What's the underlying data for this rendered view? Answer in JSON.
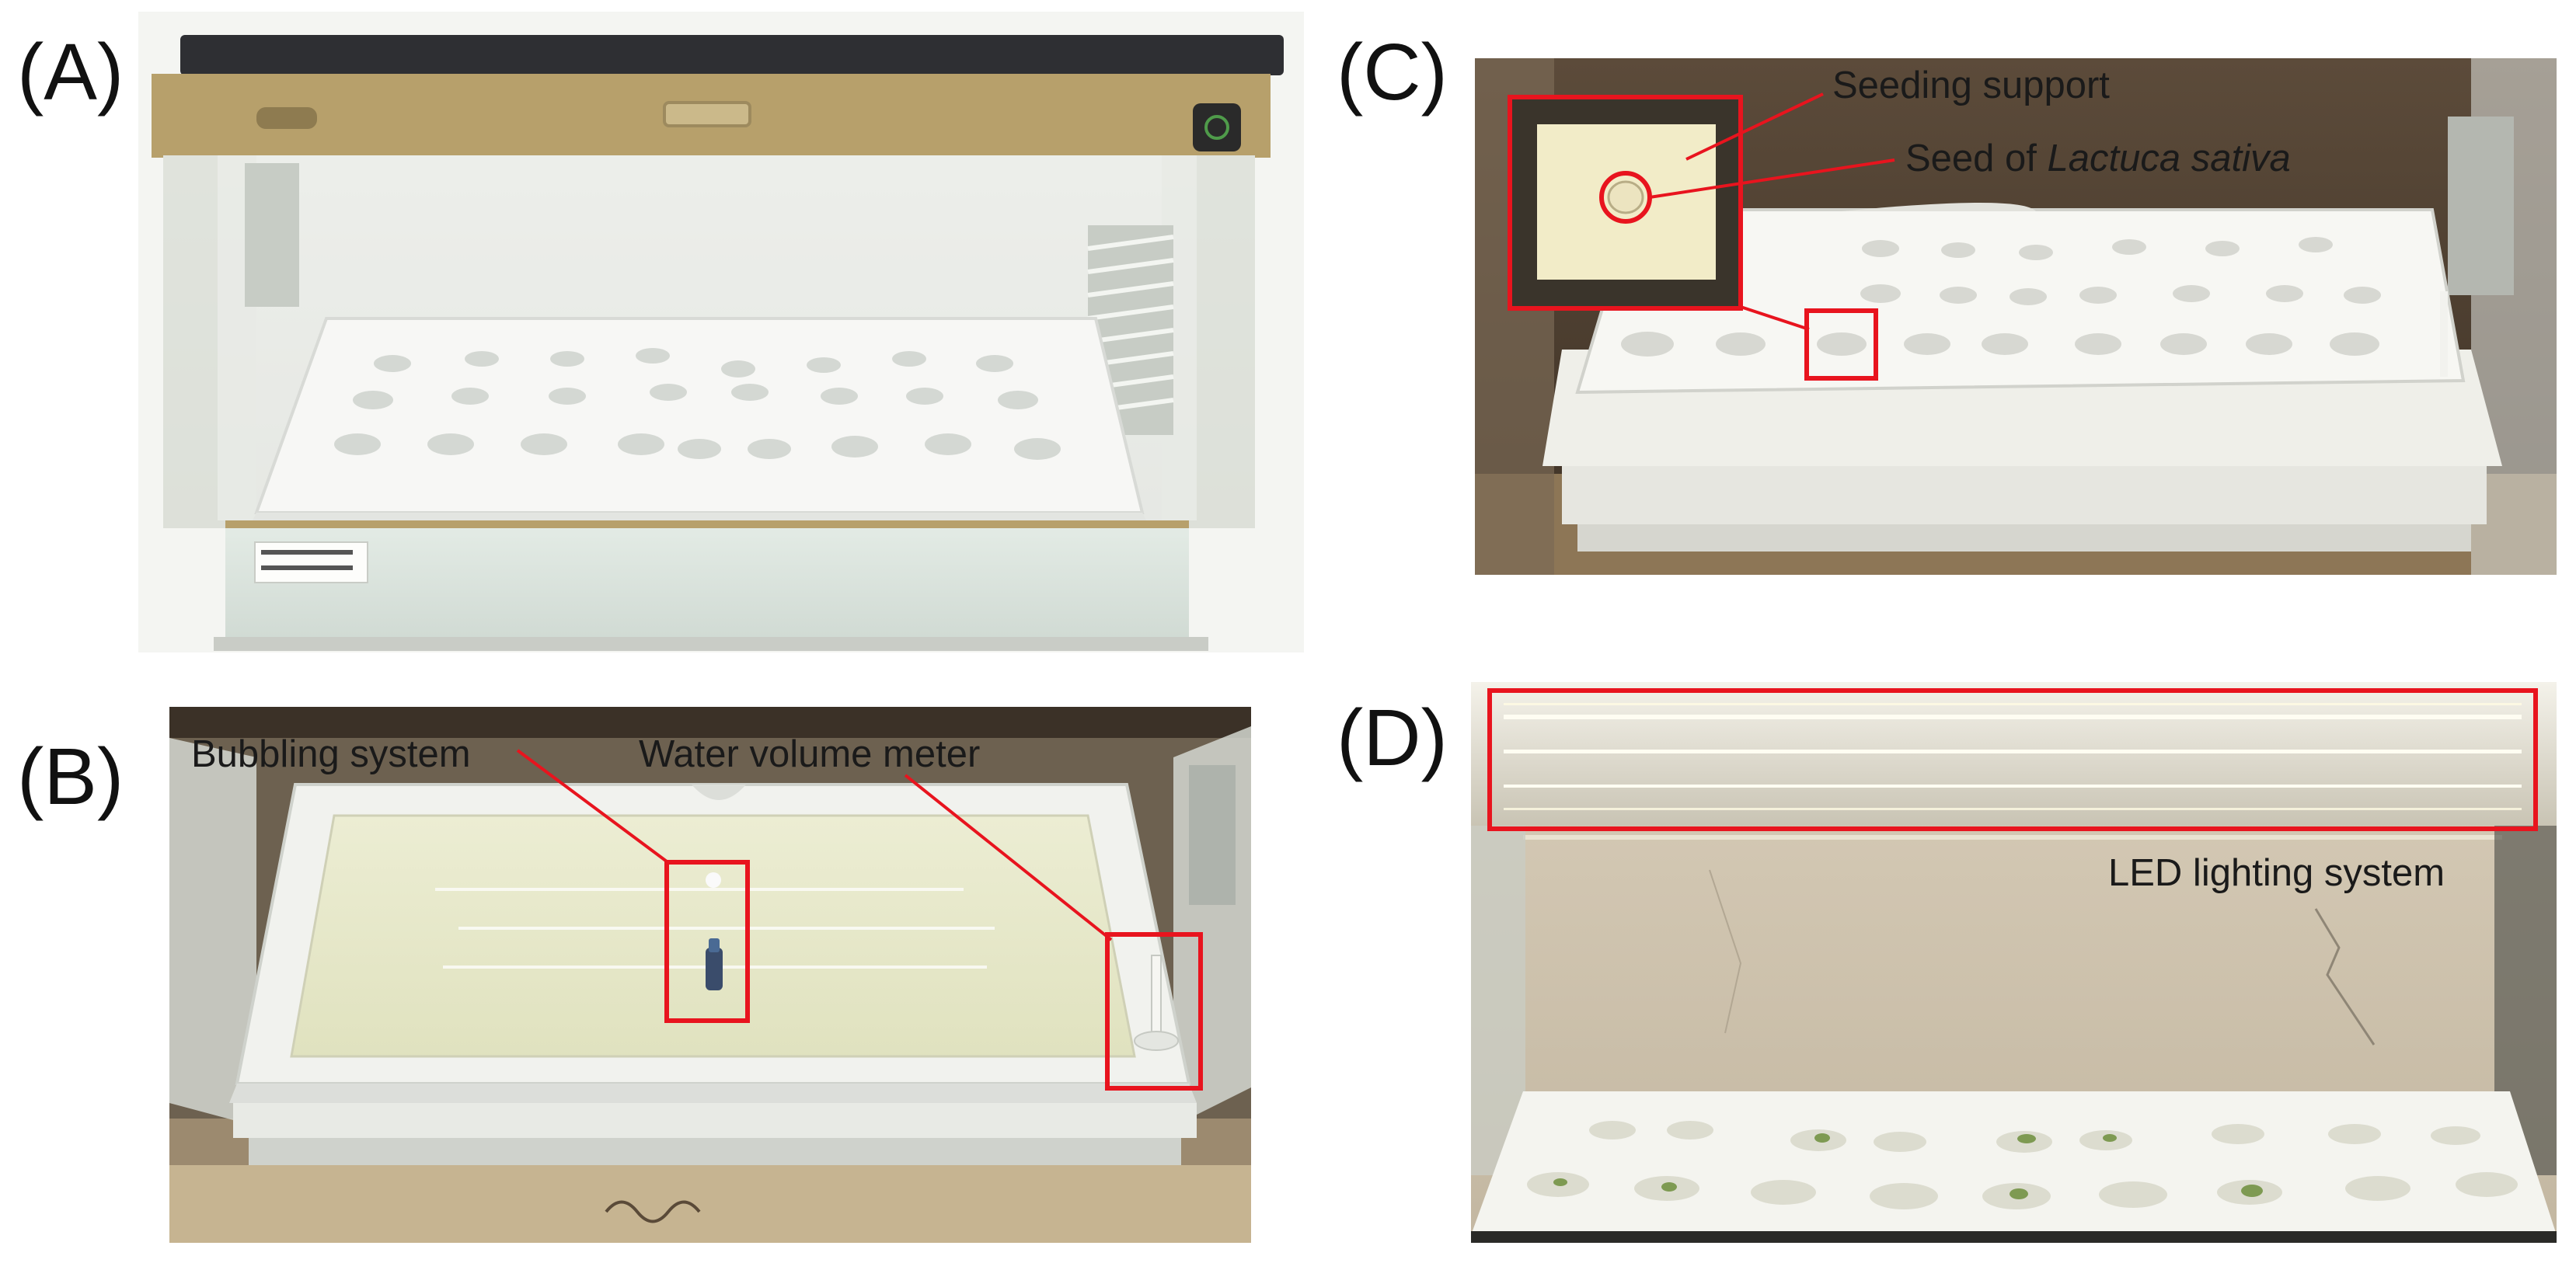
{
  "figure": {
    "panels": [
      {
        "id": "A",
        "label": "(A)",
        "callouts": []
      },
      {
        "id": "B",
        "label": "(B)",
        "callouts": [
          {
            "text": "Bubbling system"
          },
          {
            "text": "Water volume meter"
          }
        ]
      },
      {
        "id": "C",
        "label": "(C)",
        "callouts": [
          {
            "text": "Seeding support"
          },
          {
            "text_prefix": "Seed of ",
            "text_italic": "Lactuca sativa"
          }
        ]
      },
      {
        "id": "D",
        "label": "(D)",
        "callouts": [
          {
            "text": "LED lighting system"
          }
        ]
      }
    ],
    "colors": {
      "highlight": "#e8141e",
      "tray": "#f2f2f0",
      "water": "#e6e7c9",
      "enclosure_gold": "#b8a06a"
    }
  }
}
